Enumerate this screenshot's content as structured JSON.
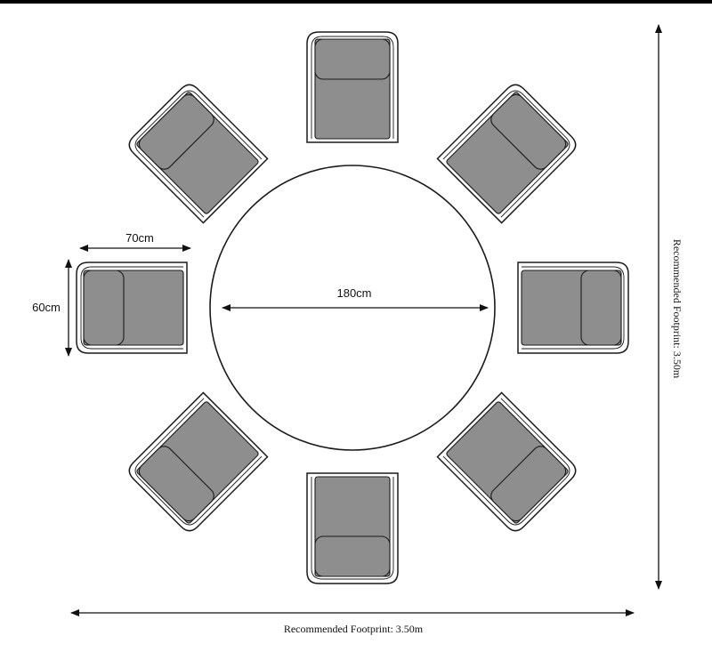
{
  "dimensions": {
    "chair_width": "70cm",
    "chair_depth": "60cm",
    "table_diameter": "180cm",
    "footprint_width": "Recommended Footprint: 3.50m",
    "footprint_depth": "Recommended Footprint: 3.50m"
  },
  "colors": {
    "cushion": "#8e8e8e",
    "frame": "#ffffff",
    "outline": "#1a1a1a",
    "top_bar": "#000000"
  },
  "chairs": [
    {
      "id": "chair-top",
      "rotation": 0
    },
    {
      "id": "chair-top-right",
      "rotation": 45
    },
    {
      "id": "chair-right",
      "rotation": 90
    },
    {
      "id": "chair-bottom-right",
      "rotation": 135
    },
    {
      "id": "chair-bottom",
      "rotation": 180
    },
    {
      "id": "chair-bottom-left",
      "rotation": 225
    },
    {
      "id": "chair-left",
      "rotation": 270
    },
    {
      "id": "chair-top-left",
      "rotation": 315
    }
  ]
}
